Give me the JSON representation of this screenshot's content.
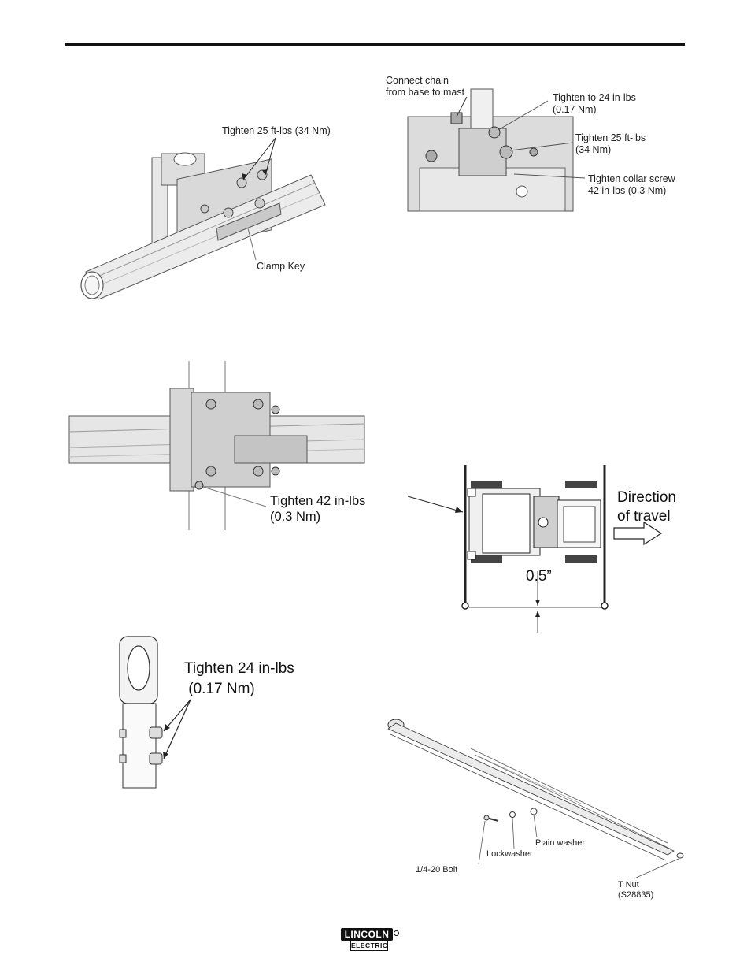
{
  "figures": {
    "clamp": {
      "torque_label": "Tighten 25 ft-lbs (34 Nm)",
      "key_label": "Clamp Key"
    },
    "base": {
      "chain_line1": "Connect chain",
      "chain_line2": "from base to mast",
      "torque1_line1": "Tighten to 24 in-lbs",
      "torque1_line2": "(0.17 Nm)",
      "torque2_line1": "Tighten 25 ft-lbs",
      "torque2_line2": "(34 Nm)",
      "collar_line1": "Tighten collar screw",
      "collar_line2": "42 in-lbs (0.3 Nm)"
    },
    "rail_clamp": {
      "torque_line1": "Tighten 42 in-lbs",
      "torque_line2": "(0.3 Nm)"
    },
    "carriage": {
      "direction_line1": "Direction",
      "direction_line2": "of travel",
      "gap": "0.5”"
    },
    "mast_top": {
      "torque_line1": "Tighten 24 in-lbs",
      "torque_line2": " (0.17 Nm)"
    },
    "track": {
      "bolt": "1/4-20 Bolt",
      "lockwasher": "Lockwasher",
      "plain_washer": "Plain washer",
      "tnut_line1": "T Nut",
      "tnut_line2": "(S28835)"
    }
  },
  "footer": {
    "logo_top": "LINCOLN",
    "logo_bottom": "ELECTRIC"
  }
}
